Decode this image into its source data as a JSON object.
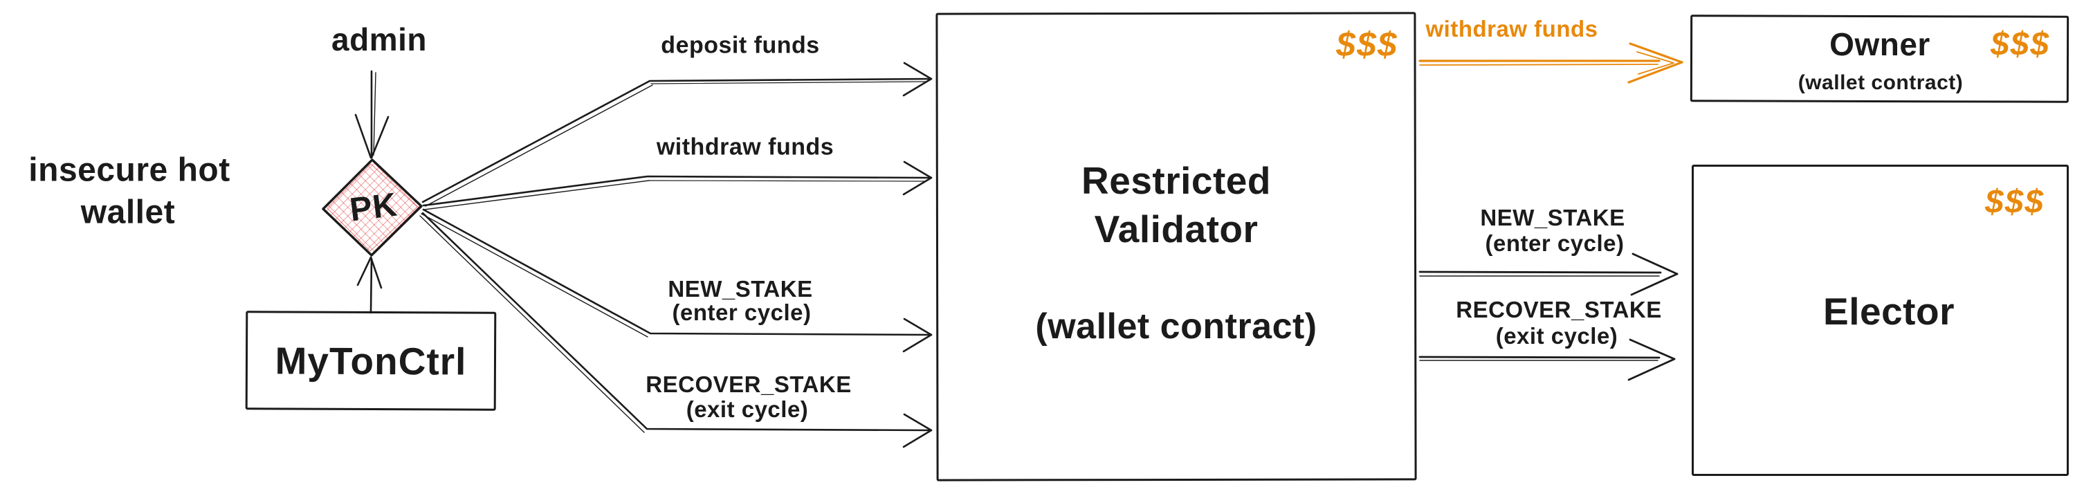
{
  "diagram": {
    "hot_wallet": {
      "line1": "insecure hot",
      "line2": "wallet"
    },
    "admin_label": "admin",
    "pk_label": "PK",
    "mytonctrl_label": "MyTonCtrl",
    "pk_to_validator_arrows": [
      {
        "label": "deposit funds"
      },
      {
        "label": "withdraw funds"
      },
      {
        "label": "NEW_STAKE",
        "sublabel": "(enter cycle)"
      },
      {
        "label": "RECOVER_STAKE",
        "sublabel": "(exit cycle)"
      }
    ],
    "validator": {
      "title_line1": "Restricted",
      "title_line2": "Validator",
      "subtitle": "(wallet contract)",
      "money": "$$$"
    },
    "validator_to_owner_arrow": {
      "label": "withdraw funds"
    },
    "owner": {
      "title": "Owner",
      "subtitle": "(wallet contract)",
      "money": "$$$"
    },
    "validator_to_elector_arrows": [
      {
        "label": "NEW_STAKE",
        "sublabel": "(enter cycle)"
      },
      {
        "label": "RECOVER_STAKE",
        "sublabel": "(exit cycle)"
      }
    ],
    "elector": {
      "title": "Elector",
      "money": "$$$"
    },
    "colors": {
      "sketch_black": "#1b1b1b",
      "accent_orange": "#e8890c",
      "diamond_red": "#e03131"
    }
  }
}
